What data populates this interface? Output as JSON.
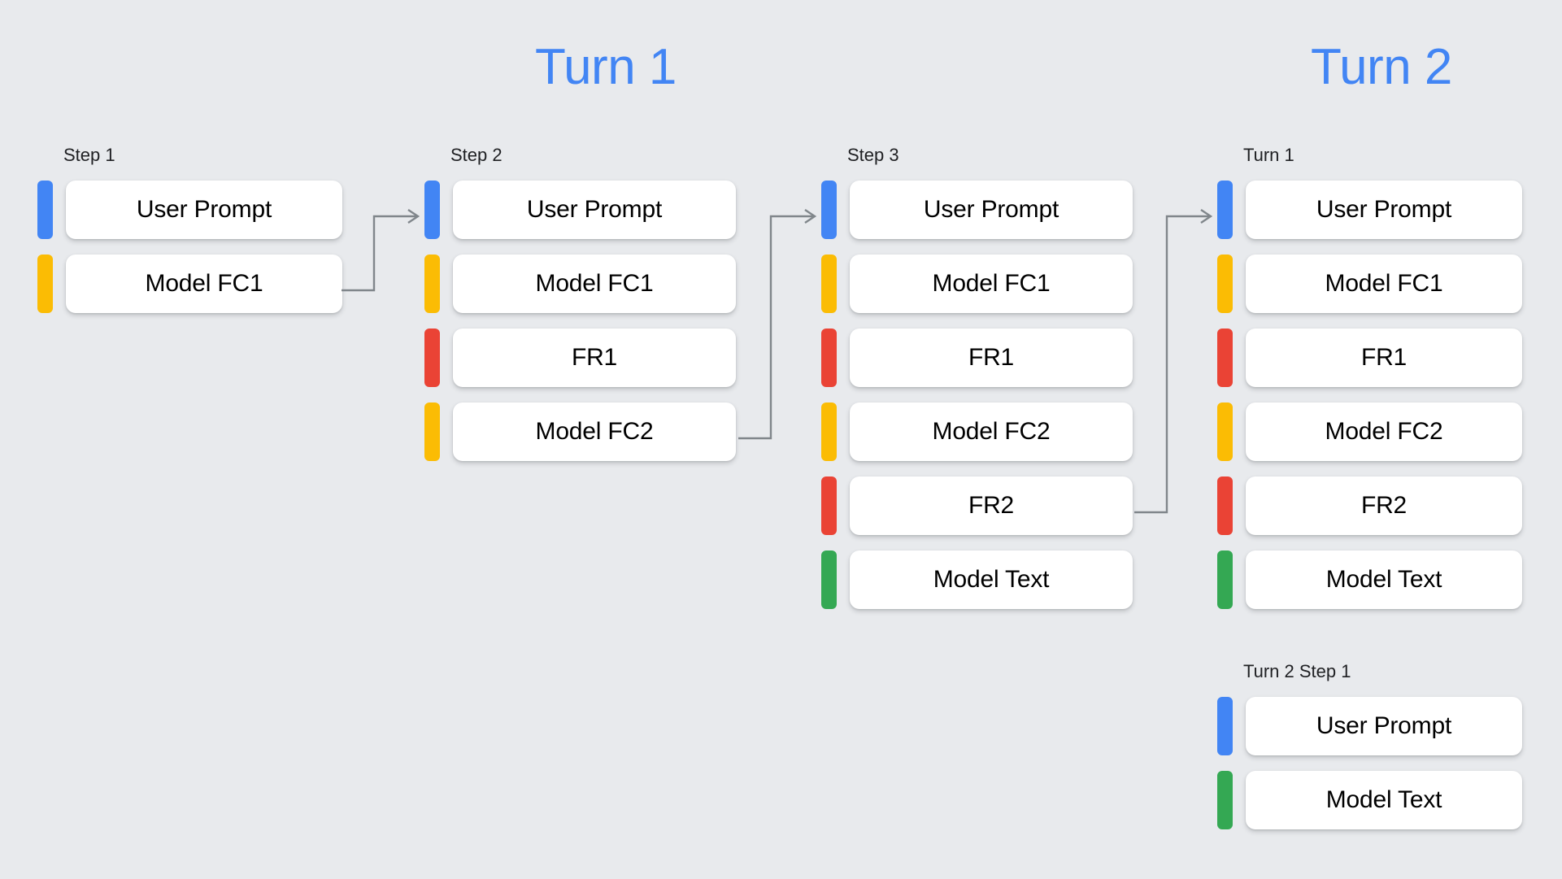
{
  "background_color": "#e8eaed",
  "accent_color": "#4285f4",
  "palette": {
    "blue": "#4285f4",
    "yellow": "#fbbc04",
    "red": "#ea4335",
    "green": "#34a853",
    "connector": "#80868b",
    "card": "#ffffff"
  },
  "headings": [
    {
      "label": "Turn 1"
    },
    {
      "label": "Turn 2"
    }
  ],
  "columns": [
    {
      "label": "Step 1",
      "rows": [
        {
          "color": "blue",
          "label": "User Prompt"
        },
        {
          "color": "yellow",
          "label": "Model FC1"
        }
      ]
    },
    {
      "label": "Step 2",
      "rows": [
        {
          "color": "blue",
          "label": "User Prompt"
        },
        {
          "color": "yellow",
          "label": "Model FC1"
        },
        {
          "color": "red",
          "label": "FR1"
        },
        {
          "color": "yellow",
          "label": "Model FC2"
        }
      ]
    },
    {
      "label": "Step 3",
      "rows": [
        {
          "color": "blue",
          "label": "User Prompt"
        },
        {
          "color": "yellow",
          "label": "Model FC1"
        },
        {
          "color": "red",
          "label": "FR1"
        },
        {
          "color": "yellow",
          "label": "Model FC2"
        },
        {
          "color": "red",
          "label": "FR2"
        },
        {
          "color": "green",
          "label": "Model Text"
        }
      ]
    },
    {
      "label": "Turn 1",
      "rows": [
        {
          "color": "blue",
          "label": "User Prompt"
        },
        {
          "color": "yellow",
          "label": "Model FC1"
        },
        {
          "color": "red",
          "label": "FR1"
        },
        {
          "color": "yellow",
          "label": "Model FC2"
        },
        {
          "color": "red",
          "label": "FR2"
        },
        {
          "color": "green",
          "label": "Model Text"
        }
      ]
    },
    {
      "label": "Turn 2 Step 1",
      "rows": [
        {
          "color": "blue",
          "label": "User Prompt"
        },
        {
          "color": "green",
          "label": "Model Text"
        }
      ]
    }
  ],
  "connectors": [
    {
      "name": "step1-to-step2"
    },
    {
      "name": "step2-to-step3"
    },
    {
      "name": "step3-to-turn1"
    }
  ]
}
